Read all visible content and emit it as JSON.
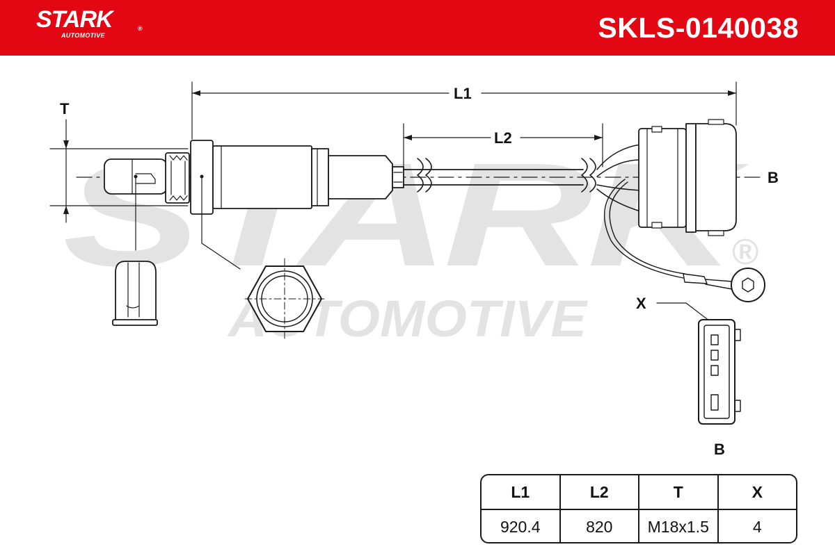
{
  "header": {
    "brand": "STARK",
    "brand_registered": "®",
    "brand_sub": "AUTOMOTIVE",
    "part_number": "SKLS-0140038",
    "background_color": "#e30613"
  },
  "watermark": {
    "brand": "STARK",
    "registered": "®",
    "sub": "AUTOMOTIVE"
  },
  "drawing": {
    "dimensions": {
      "L1": "L1",
      "L2": "L2",
      "T": "T",
      "B": "B",
      "X": "X"
    },
    "connector_view_label": "B"
  },
  "spec_table": {
    "headers": [
      "L1",
      "L2",
      "T",
      "X"
    ],
    "values": [
      "920.4",
      "820",
      "M18x1.5",
      "4"
    ]
  }
}
